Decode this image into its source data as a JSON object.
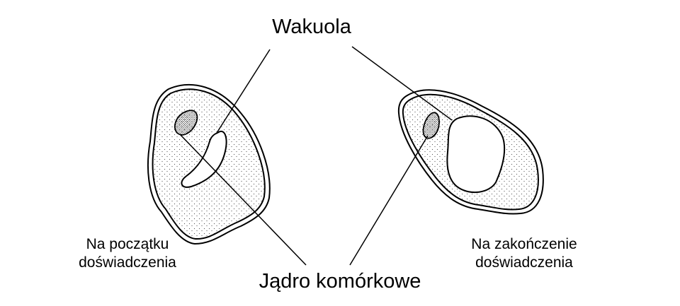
{
  "labels": {
    "vacuole": "Wakuola",
    "nucleus": "Jądro komórkowe",
    "start_line1": "Na początku",
    "start_line2": "doświadczenia",
    "end_line1": "Na zakończenie",
    "end_line2": "doświadczenia"
  },
  "colors": {
    "ink": "#000000",
    "background": "#ffffff"
  }
}
